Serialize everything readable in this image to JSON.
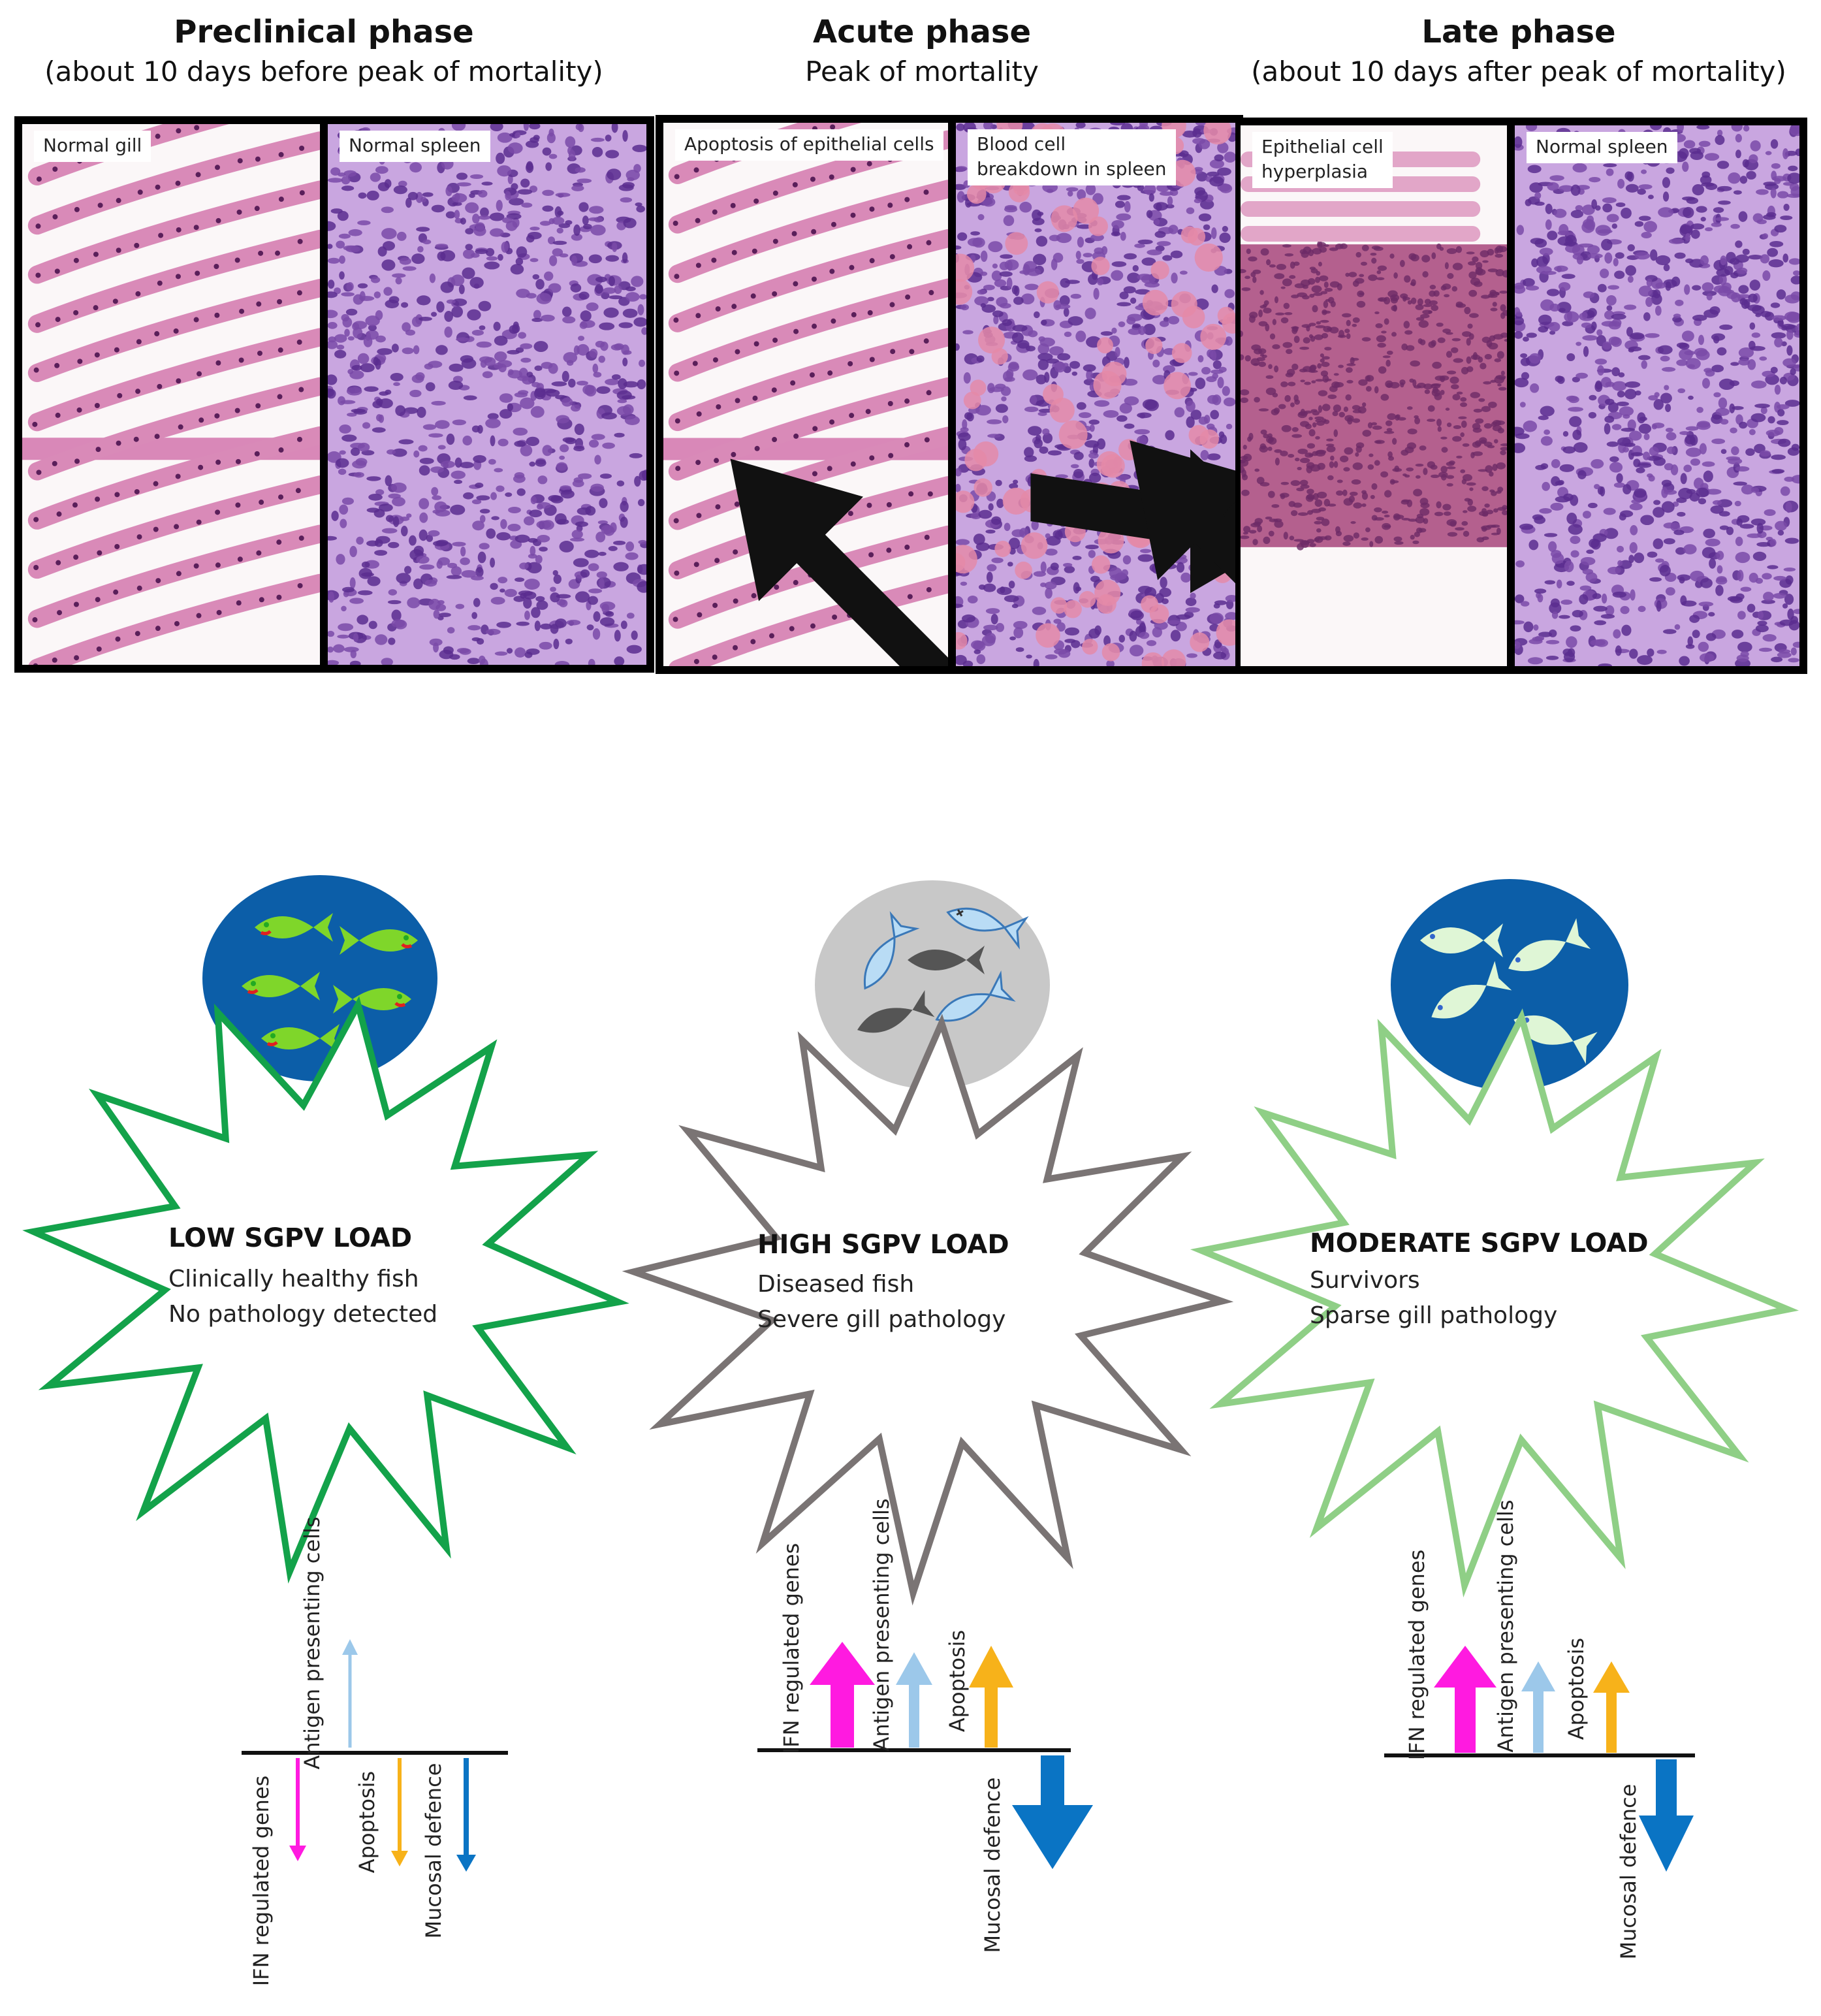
{
  "phases": [
    {
      "title": "Preclinical phase",
      "subtitle": "(about 10 days before peak of mortality)",
      "panels": [
        {
          "label": "Normal gill",
          "tissue": "gill-normal"
        },
        {
          "label": "Normal spleen",
          "tissue": "spleen-normal"
        }
      ],
      "scheme": {
        "fish_icon": "green-fish-school-icon",
        "circle_color": "#0c5ea8",
        "star_color": "#13a24a",
        "load_label": "LOW SGPV LOAD",
        "lines": [
          "Clinically healthy fish",
          "No pathology detected"
        ],
        "genes_above": [
          "Antigen presenting cells"
        ],
        "genes_below": [
          "IFN regulated genes",
          "Apoptosis",
          "Mucosal defence"
        ]
      }
    },
    {
      "title": "Acute phase",
      "subtitle": "Peak of mortality",
      "panels": [
        {
          "label": "Apoptosis of epithelial cells",
          "tissue": "gill-apoptosis"
        },
        {
          "label": "Blood cell breakdown in spleen",
          "label_lines": [
            "Blood cell",
            "breakdown in spleen"
          ],
          "tissue": "spleen-breakdown"
        }
      ],
      "scheme": {
        "fish_icon": "dead-fish-school-icon",
        "circle_color": "#c8c8c8",
        "star_color": "#7a7474",
        "load_label": "HIGH SGPV LOAD",
        "lines": [
          "Diseased fish",
          "Severe gill pathology"
        ],
        "genes_above": [
          "IFN regulated genes",
          "Antigen presenting cells",
          "Apoptosis"
        ],
        "genes_below": [
          "Mucosal defence"
        ]
      }
    },
    {
      "title": "Late phase",
      "subtitle": "(about 10 days after peak of mortality)",
      "panels": [
        {
          "label": "Epithelial cell hyperplasia",
          "label_lines": [
            "Epithelial cell",
            "hyperplasia"
          ],
          "tissue": "gill-hyperplasia"
        },
        {
          "label": "Normal spleen",
          "tissue": "spleen-normal"
        }
      ],
      "scheme": {
        "fish_icon": "pale-fish-school-icon",
        "circle_color": "#0c5ea8",
        "star_color": "#8fcf86",
        "load_label": "MODERATE SGPV LOAD",
        "lines": [
          "Survivors",
          "Sparse gill pathology"
        ],
        "genes_above": [
          "IFN regulated genes",
          "Antigen presenting cells",
          "Apoptosis"
        ],
        "genes_below": [
          "Mucosal defence"
        ]
      }
    }
  ],
  "arrow_colors": {
    "ifn": "#ff1ae0",
    "antigen": "#9cc8ea",
    "apoptosis": "#f7b21a",
    "mucosal": "#0a74c4"
  }
}
